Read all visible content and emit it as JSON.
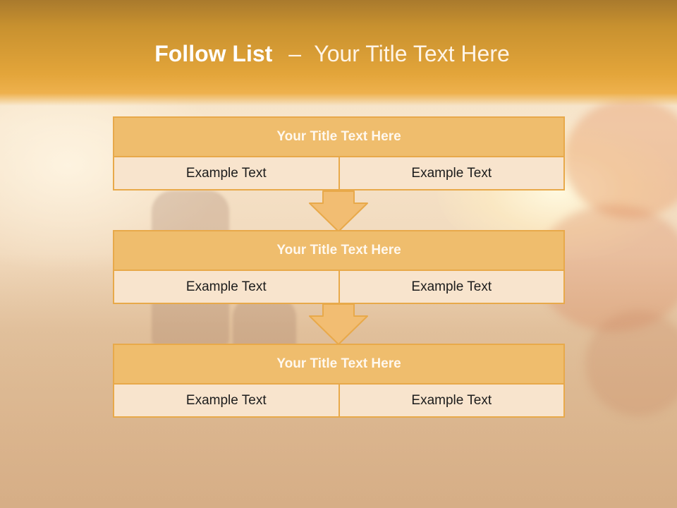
{
  "slide": {
    "title_bold": "Follow List",
    "title_separator": "–",
    "title_rest": "Your Title Text Here"
  },
  "colors": {
    "header": "#e3a53a",
    "block_title_fill": "#efbd6d",
    "block_border": "#e8a94a",
    "cell_fill": "#f8e4cd",
    "arrow_fill": "#f2bd72"
  },
  "blocks": [
    {
      "title": "Your Title Text Here",
      "left": "Example Text",
      "right": "Example Text"
    },
    {
      "title": "Your Title Text Here",
      "left": "Example Text",
      "right": "Example Text"
    },
    {
      "title": "Your Title Text Here",
      "left": "Example Text",
      "right": "Example Text"
    }
  ],
  "arrows": [
    {
      "icon": "arrow-down-icon"
    },
    {
      "icon": "arrow-down-icon"
    }
  ]
}
